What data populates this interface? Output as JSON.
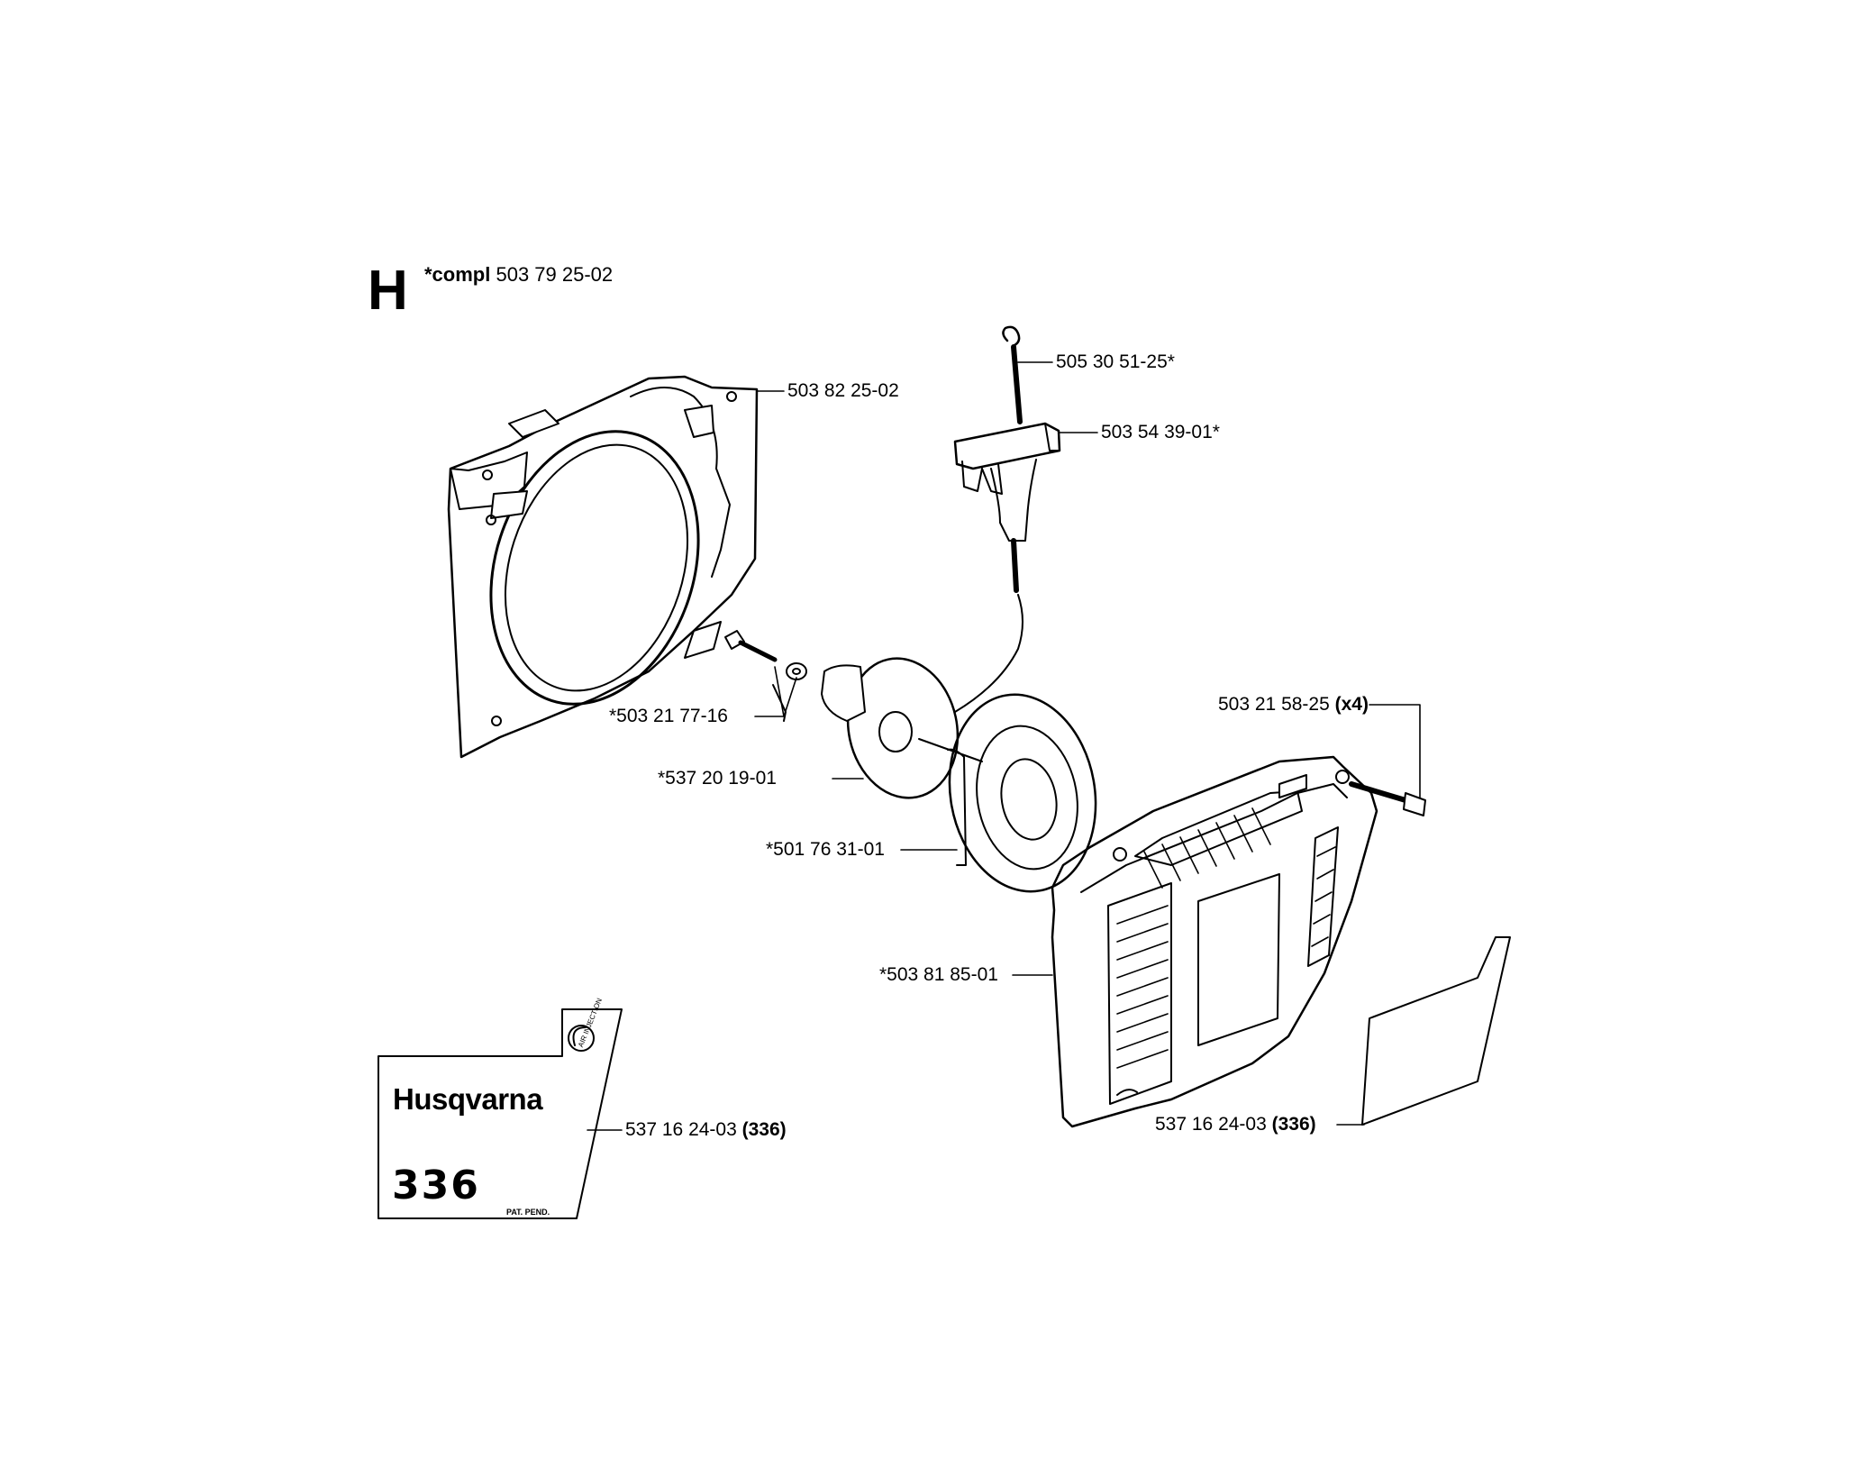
{
  "section": {
    "letter": "H",
    "compl_prefix": "*compl",
    "compl_number": "503 79 25-02"
  },
  "parts": [
    {
      "id": "fan-housing",
      "number": "503 82 25-02",
      "qty_note": ""
    },
    {
      "id": "starter-rope",
      "number": "505 30 51-25*",
      "qty_note": ""
    },
    {
      "id": "starter-handle",
      "number": "503 54 39-01*",
      "qty_note": ""
    },
    {
      "id": "screw-washer",
      "number": "*503 21 77-16",
      "qty_note": ""
    },
    {
      "id": "rope-pulley",
      "number": "*537 20 19-01",
      "qty_note": ""
    },
    {
      "id": "recoil-spring",
      "number": "*501 76 31-01",
      "qty_note": ""
    },
    {
      "id": "starter-cover",
      "number": "*503 81 85-01",
      "qty_note": ""
    },
    {
      "id": "cover-screw",
      "number": "503 21 58-25",
      "qty_note": "(x4)"
    },
    {
      "id": "decal-left",
      "number": "537 16 24-03",
      "qty_note": "(336)"
    },
    {
      "id": "decal-right",
      "number": "537 16 24-03",
      "qty_note": "(336)"
    }
  ],
  "decal": {
    "brand": "Husqvarna",
    "model": "336",
    "pat_note": "PAT. PEND.",
    "side_note": "AIR INJECTION"
  },
  "colors": {
    "line": "#000000",
    "background": "#ffffff"
  }
}
